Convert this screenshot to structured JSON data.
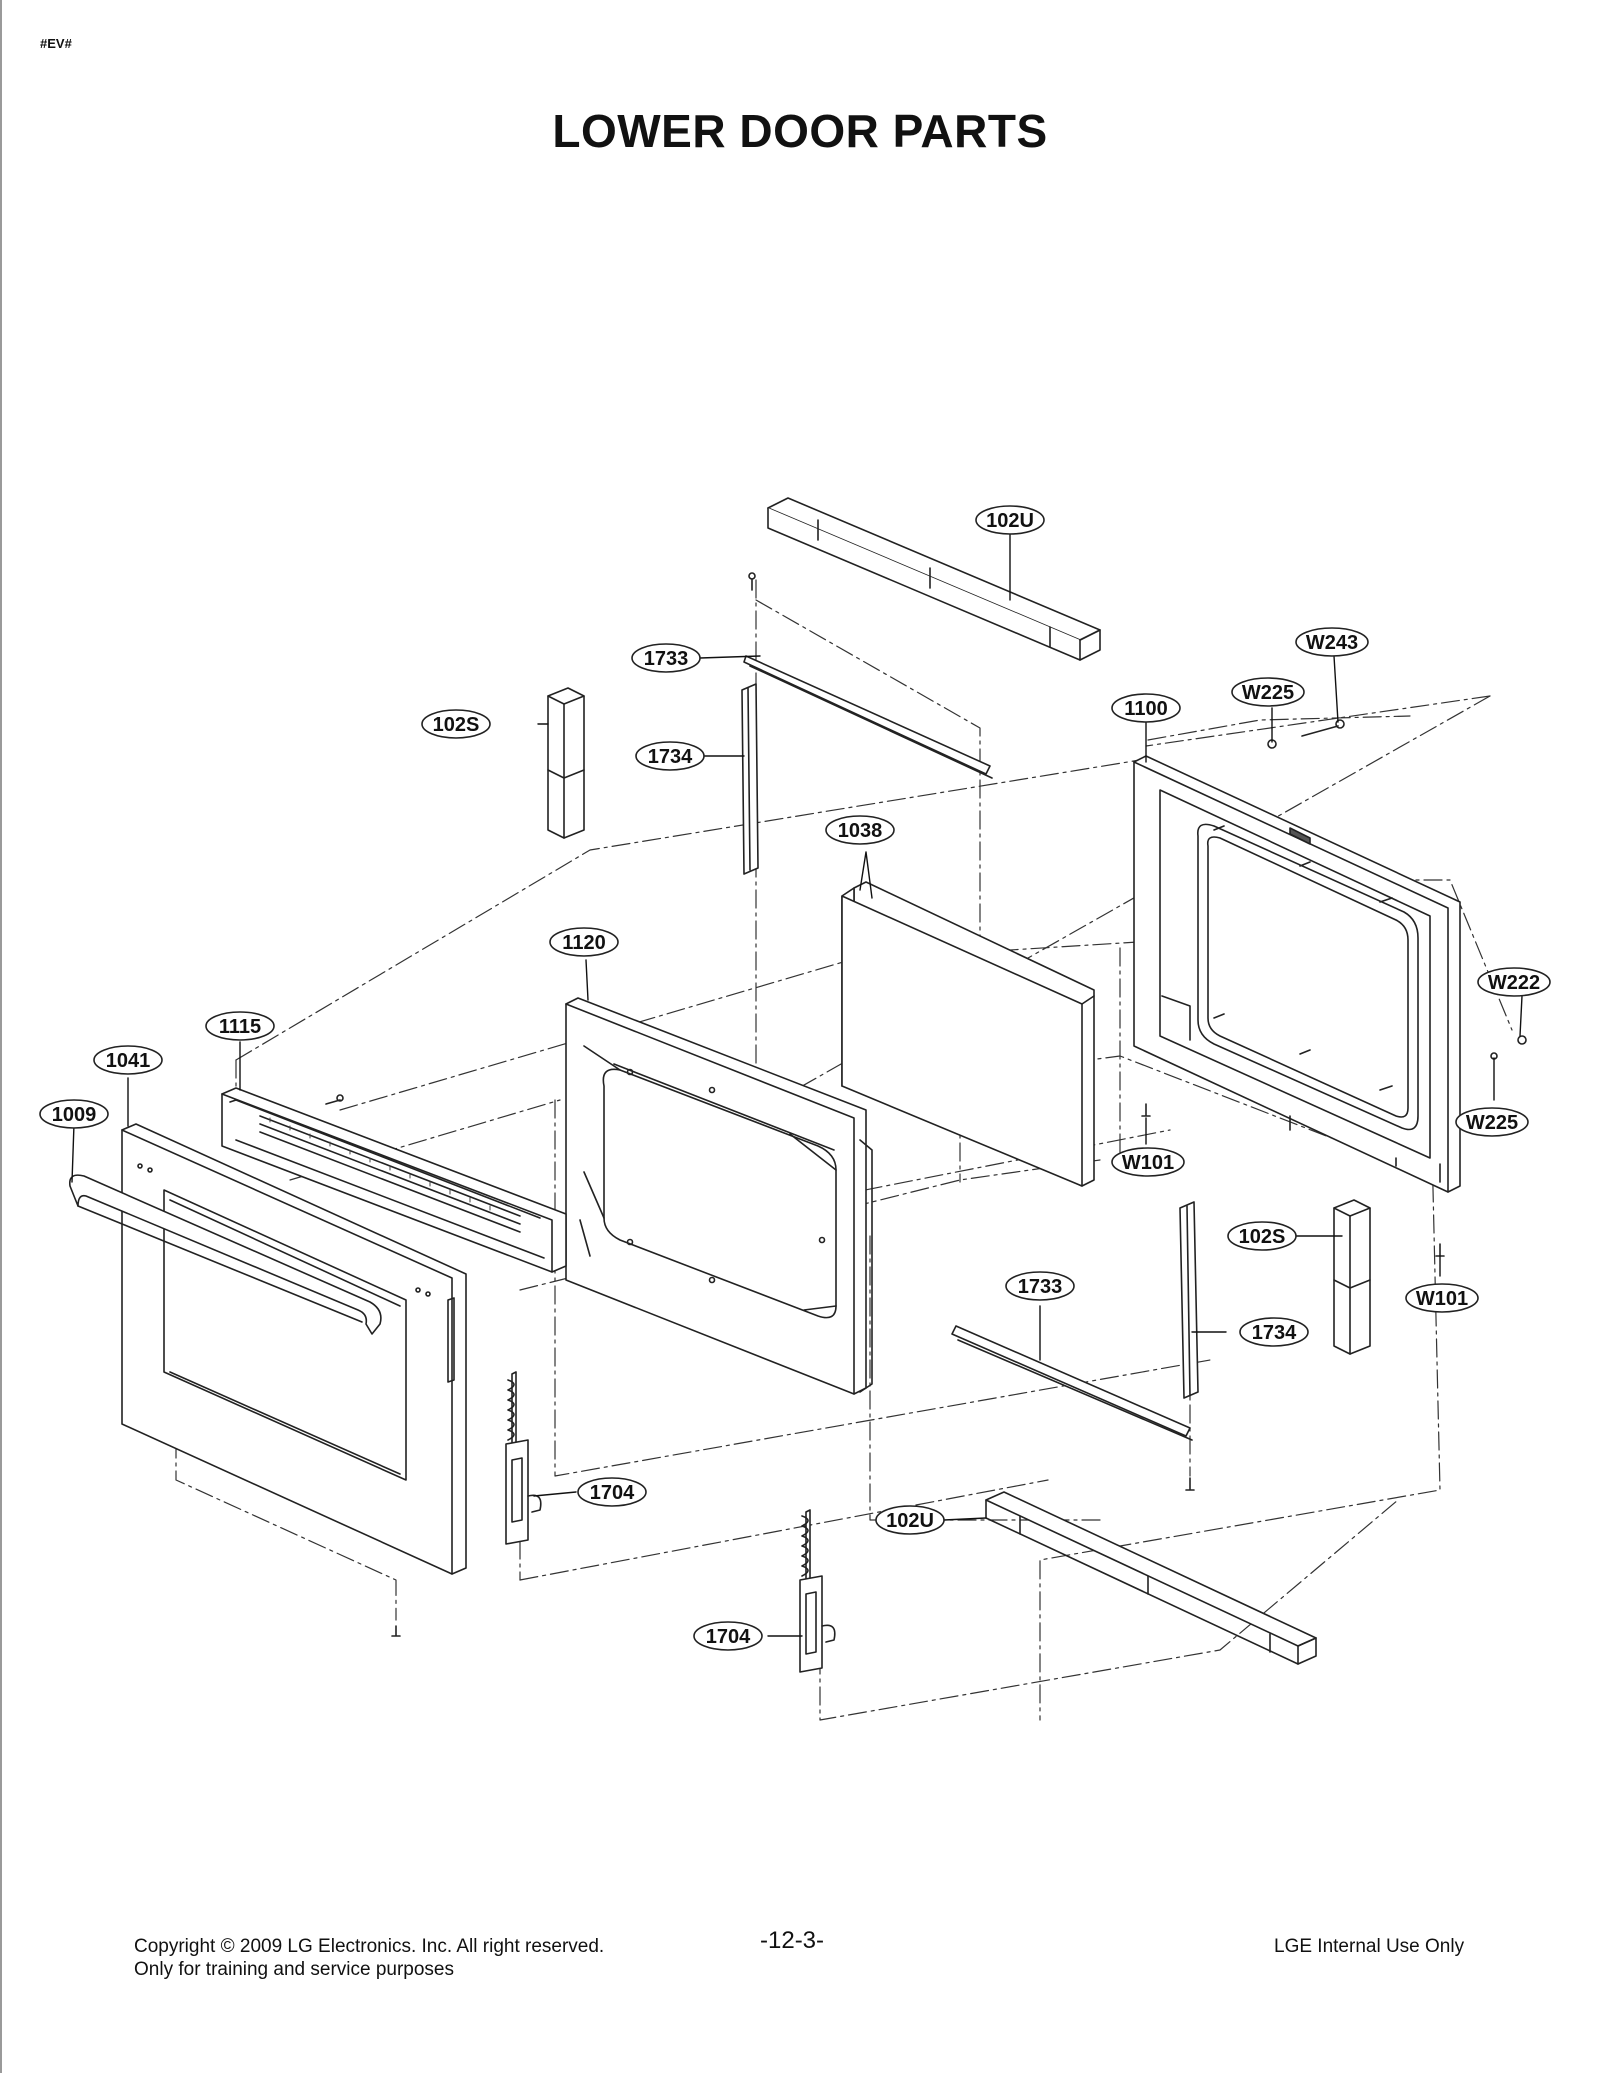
{
  "header": {
    "code": "#EV#",
    "title": "LOWER DOOR PARTS"
  },
  "callouts": [
    {
      "id": "102U_top",
      "label": "102U"
    },
    {
      "id": "1733_top",
      "label": "1733"
    },
    {
      "id": "102S_left",
      "label": "102S"
    },
    {
      "id": "1734_top",
      "label": "1734"
    },
    {
      "id": "1038",
      "label": "1038"
    },
    {
      "id": "1100",
      "label": "1100"
    },
    {
      "id": "W225_top",
      "label": "W225"
    },
    {
      "id": "W243",
      "label": "W243"
    },
    {
      "id": "W222",
      "label": "W222"
    },
    {
      "id": "W225_bottom",
      "label": "W225"
    },
    {
      "id": "1120",
      "label": "1120"
    },
    {
      "id": "1115",
      "label": "1115"
    },
    {
      "id": "1041",
      "label": "1041"
    },
    {
      "id": "1009",
      "label": "1009"
    },
    {
      "id": "W101_mid",
      "label": "W101"
    },
    {
      "id": "102S_right",
      "label": "102S"
    },
    {
      "id": "W101_right",
      "label": "W101"
    },
    {
      "id": "1733_bottom",
      "label": "1733"
    },
    {
      "id": "1734_bottom",
      "label": "1734"
    },
    {
      "id": "1704_left",
      "label": "1704"
    },
    {
      "id": "102U_bottom",
      "label": "102U"
    },
    {
      "id": "1704_bottom",
      "label": "1704"
    }
  ],
  "footer": {
    "copyright": "Copyright © 2009 LG Electronics. Inc. All right reserved.",
    "purpose": "Only for training and service purposes",
    "page_number": "-12-3-",
    "usage": "LGE Internal Use Only"
  }
}
